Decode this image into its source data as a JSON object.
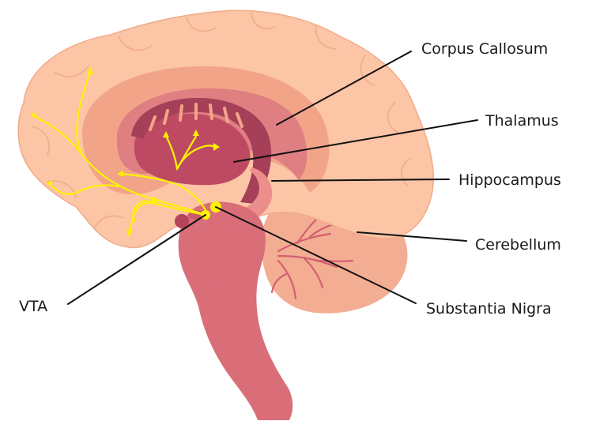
{
  "labels": {
    "corpus_callosum": "Corpus Callosum",
    "thalamus": "Thalamus",
    "hippocampus": "Hippocampus",
    "cerebellum": "Cerebellum",
    "vta": "VTA",
    "substantia_nigra": "Substantia Nigra"
  },
  "colors": {
    "cortex": "#fbc5a6",
    "cortex_outline": "#f1ab88",
    "inner_band": "#f2a488",
    "corpus_callosum": "#df7f82",
    "thalamus": "#bd4a62",
    "midbrain": "#d96e79",
    "cerebellum": "#f3ad92",
    "dopamine_pathway": "#fff200",
    "leader_line": "#111111"
  }
}
